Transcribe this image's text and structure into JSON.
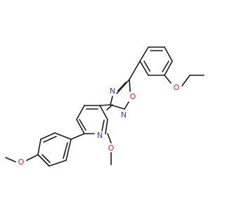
{
  "molecule": {
    "atom_labels": {
      "n_oxadiazole_top": "N",
      "o_oxadiazole": "O",
      "n_oxadiazole_bottom": "N",
      "o_ethoxy": "O",
      "n_pyridine": "N",
      "o_methoxy_pyridine": "O",
      "o_methoxy_phenyl": "O"
    },
    "colors": {
      "bond": "#1a1a1a",
      "nitrogen": "#3a3ad8",
      "oxygen": "#e02020"
    }
  }
}
